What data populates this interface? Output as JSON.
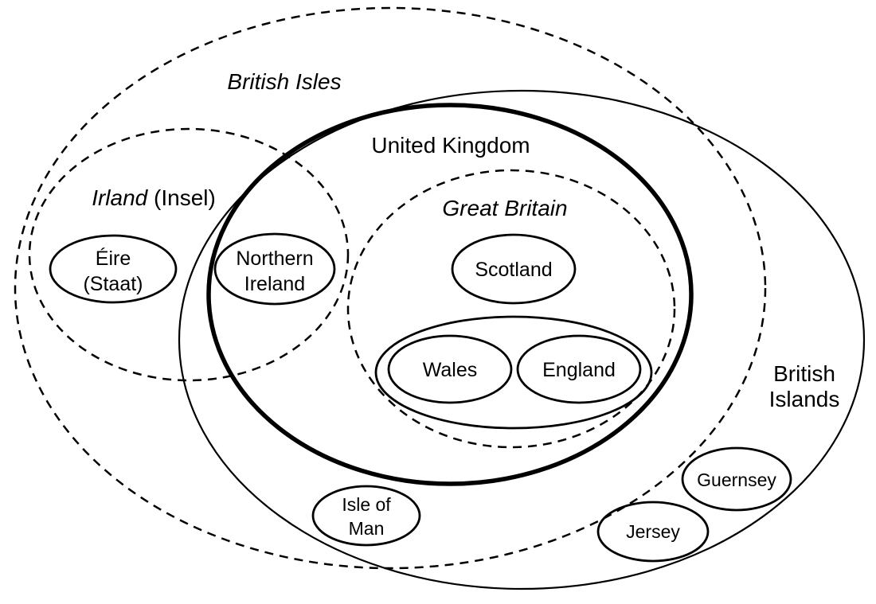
{
  "diagram": {
    "background_color": "#ffffff",
    "stroke_color": "#000000",
    "regions": {
      "british_isles": {
        "label": "British Isles",
        "style": "dashed"
      },
      "irland_insel": {
        "label_name": "Irland",
        "label_suffix": " (Insel)",
        "style": "dashed"
      },
      "united_kingdom": {
        "label": "United Kingdom",
        "style": "solid-thick"
      },
      "great_britain": {
        "label": "Great Britain",
        "style": "dashed"
      },
      "british_islands": {
        "label_line1": "British",
        "label_line2": "Islands",
        "style": "solid-thin"
      },
      "eire": {
        "label_line1": "Éire",
        "label_line2": "(Staat)",
        "style": "solid"
      },
      "northern_ireland": {
        "label_line1": "Northern",
        "label_line2": "Ireland",
        "style": "solid"
      },
      "scotland": {
        "label": "Scotland",
        "style": "solid"
      },
      "wales_england_group": {
        "style": "solid"
      },
      "wales": {
        "label": "Wales",
        "style": "solid"
      },
      "england": {
        "label": "England",
        "style": "solid"
      },
      "isle_of_man": {
        "label_line1": "Isle of",
        "label_line2": "Man",
        "style": "solid"
      },
      "jersey": {
        "label": "Jersey",
        "style": "solid"
      },
      "guernsey": {
        "label": "Guernsey",
        "style": "solid"
      }
    }
  }
}
